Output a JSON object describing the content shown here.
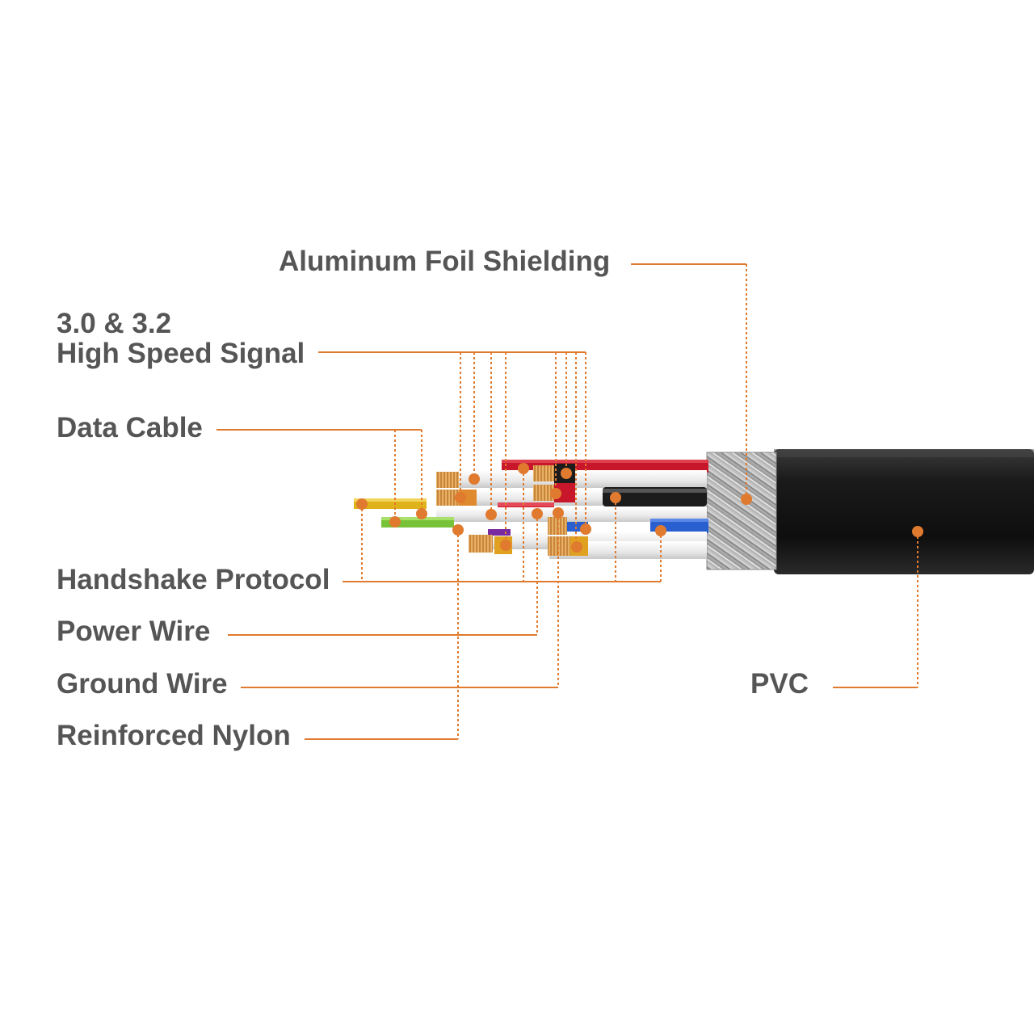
{
  "labels": {
    "aluminum_foil": "Aluminum Foil Shielding",
    "high_speed_line1": "3.0 & 3.2",
    "high_speed_line2": "High Speed Signal",
    "data_cable": "Data Cable",
    "handshake": "Handshake Protocol",
    "power_wire": "Power Wire",
    "ground_wire": "Ground Wire",
    "reinforced_nylon": "Reinforced Nylon",
    "pvc": "PVC"
  },
  "colors": {
    "leader": "#e07a2e",
    "label_text": "#555555",
    "jacket": "#151515",
    "braid": "#a9a9a9",
    "background": "#ffffff"
  }
}
